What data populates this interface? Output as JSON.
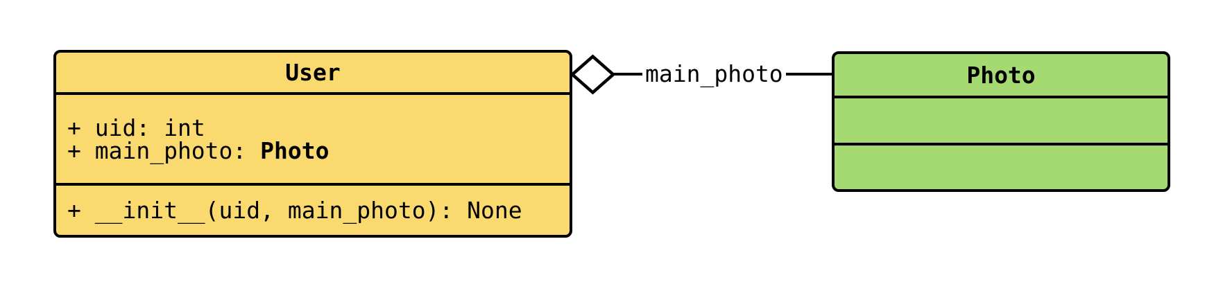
{
  "diagram": {
    "kind": "uml-class-diagram",
    "background_color": "#FFFFFF",
    "stroke_color": "#000000",
    "classes": [
      {
        "name": "User",
        "fill": "#FADA6E",
        "attributes": [
          {
            "text": "+ uid: ",
            "type": "int",
            "type_style": "regular"
          },
          {
            "text": "+ main_photo: ",
            "type": "Photo",
            "type_style": "bold"
          }
        ],
        "methods": [
          "+ __init__(uid, main_photo): None"
        ]
      },
      {
        "name": "Photo",
        "fill": "#A5D972",
        "attributes": [],
        "methods": []
      }
    ],
    "relationship": {
      "type": "aggregation",
      "from": "User",
      "to": "Photo",
      "label": "main_photo",
      "diamond_fill": "#FFFFFF"
    }
  }
}
